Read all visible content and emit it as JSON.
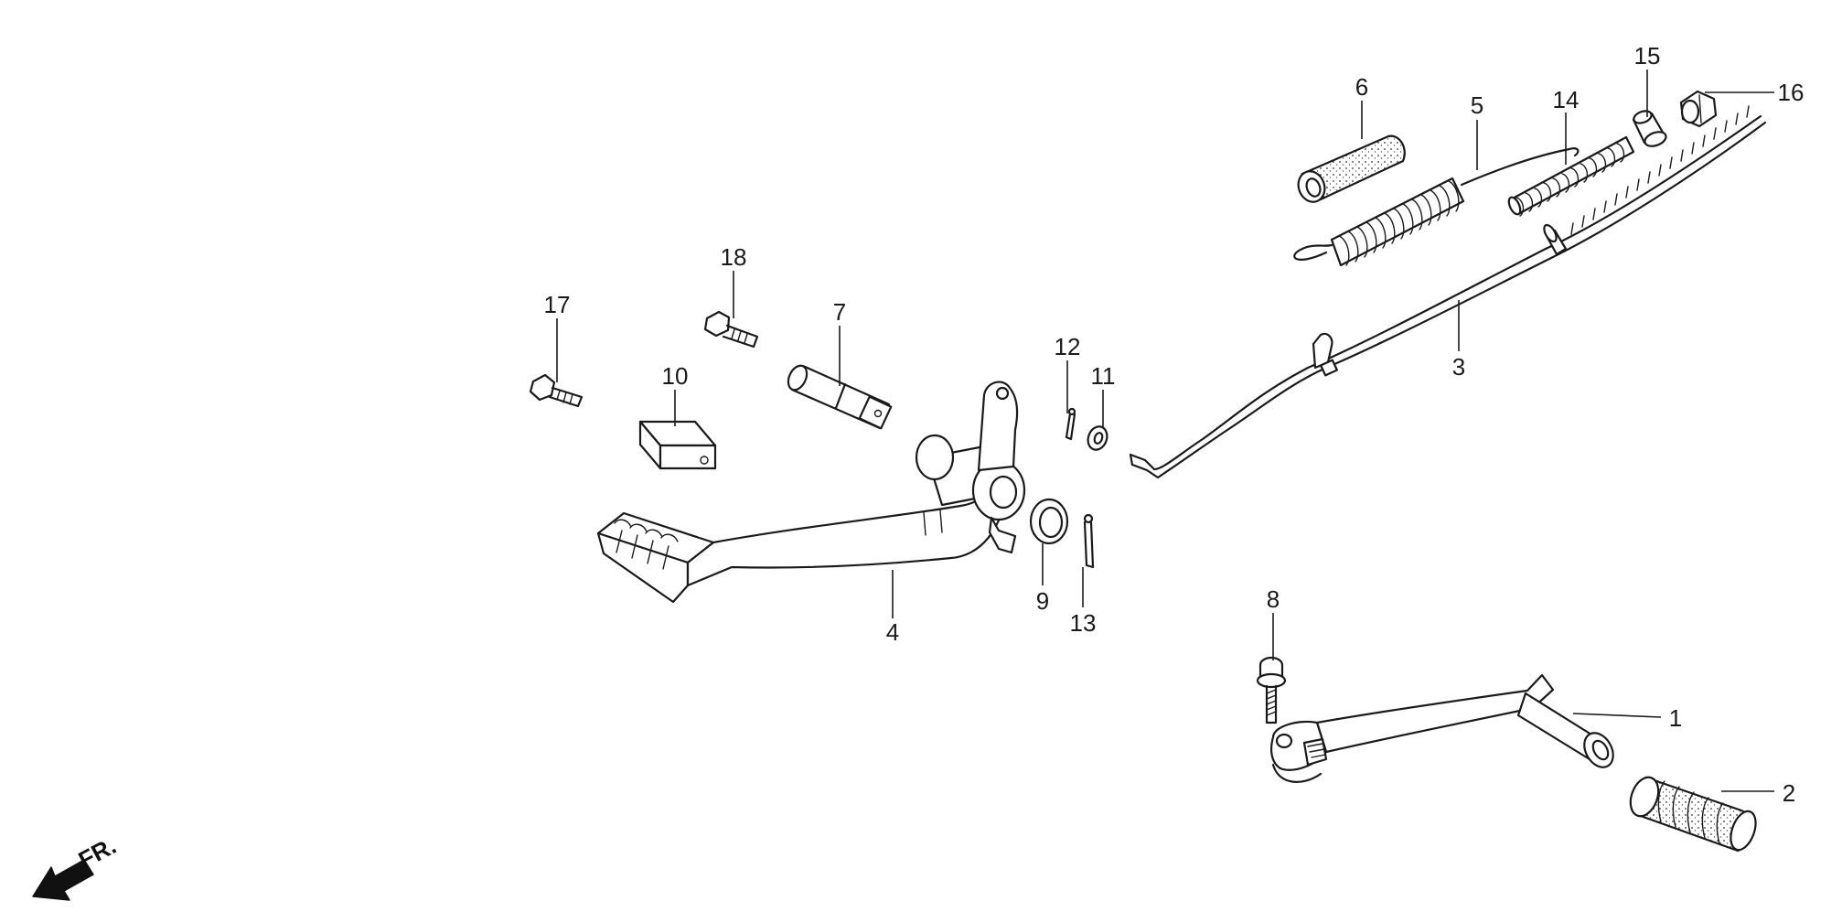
{
  "callouts": {
    "c1": "1",
    "c2": "2",
    "c3": "3",
    "c4": "4",
    "c5": "5",
    "c6": "6",
    "c7": "7",
    "c8": "8",
    "c9": "9",
    "c10": "10",
    "c11": "11",
    "c12": "12",
    "c13": "13",
    "c14": "14",
    "c15": "15",
    "c16": "16",
    "c17": "17",
    "c18": "18"
  },
  "direction": {
    "label": "FR."
  },
  "colors": {
    "ink": "#1a1a1a",
    "background": "#ffffff"
  }
}
